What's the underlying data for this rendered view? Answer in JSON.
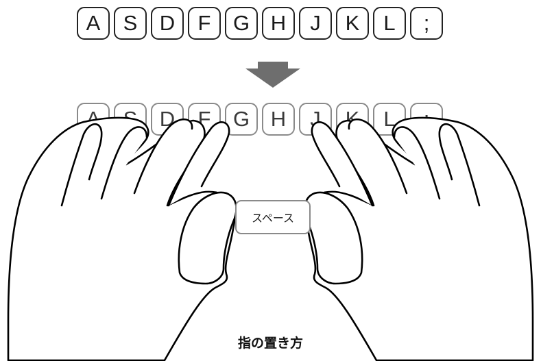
{
  "top_keys": [
    "A",
    "S",
    "D",
    "F",
    "G",
    "H",
    "J",
    "K",
    "L",
    ";"
  ],
  "bottom_keys": [
    "A",
    "S",
    "D",
    "F",
    "G",
    "H",
    "J",
    "K",
    "L",
    ";"
  ],
  "space_label": "スペース",
  "caption": "指の置き方",
  "colors": {
    "ink": "#000000",
    "arrow": "#6e6e6e",
    "key_faded": "#8a8a8a"
  },
  "icons": {
    "arrow": "down-arrow-icon"
  }
}
